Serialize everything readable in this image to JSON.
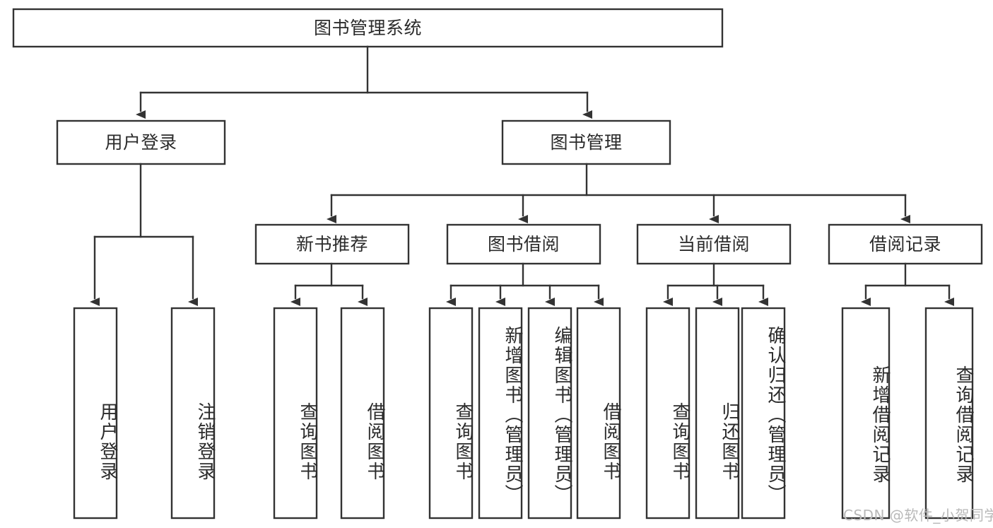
{
  "diagram": {
    "title": "图书管理系统",
    "type": "tree-hierarchy",
    "root": {
      "id": "root",
      "label": "图书管理系统"
    },
    "level2": [
      {
        "id": "user-login",
        "label": "用户登录"
      },
      {
        "id": "book-manage",
        "label": "图书管理"
      }
    ],
    "level3": [
      {
        "id": "new-book-recommend",
        "label": "新书推荐",
        "parent": "book-manage"
      },
      {
        "id": "book-borrow",
        "label": "图书借阅",
        "parent": "book-manage"
      },
      {
        "id": "current-borrow",
        "label": "当前借阅",
        "parent": "book-manage"
      },
      {
        "id": "borrow-record",
        "label": "借阅记录",
        "parent": "book-manage"
      }
    ],
    "leaves": [
      {
        "id": "leaf-user-login",
        "label": "用户登录",
        "parent": "user-login"
      },
      {
        "id": "leaf-user-logout",
        "label": "注销登录",
        "parent": "user-login"
      },
      {
        "id": "leaf-query-book-1",
        "label": "查询图书",
        "parent": "new-book-recommend"
      },
      {
        "id": "leaf-borrow-book-1",
        "label": "借阅图书",
        "parent": "new-book-recommend"
      },
      {
        "id": "leaf-query-book-2",
        "label": "查询图书",
        "parent": "book-borrow"
      },
      {
        "id": "leaf-add-book",
        "label": "新增图书（管理员）",
        "parent": "book-borrow"
      },
      {
        "id": "leaf-edit-book",
        "label": "编辑图书（管理员）",
        "parent": "book-borrow"
      },
      {
        "id": "leaf-borrow-book-2",
        "label": "借阅图书",
        "parent": "book-borrow"
      },
      {
        "id": "leaf-query-book-3",
        "label": "查询图书",
        "parent": "current-borrow"
      },
      {
        "id": "leaf-return-book",
        "label": "归还图书",
        "parent": "current-borrow"
      },
      {
        "id": "leaf-confirm-return",
        "label": "确认归还（管理员）",
        "parent": "current-borrow"
      },
      {
        "id": "leaf-add-record",
        "label": "新增借阅记录",
        "parent": "borrow-record"
      },
      {
        "id": "leaf-query-record",
        "label": "查询借阅记录",
        "parent": "borrow-record"
      }
    ],
    "colors": {
      "box_stroke": "#333333",
      "box_fill": "#ffffff",
      "text": "#2b2b2b",
      "connector": "#333333",
      "watermark": "#b9b9b9",
      "background": "#ffffff"
    }
  },
  "watermark": {
    "text": "CSDN @软件_小贺同学"
  }
}
